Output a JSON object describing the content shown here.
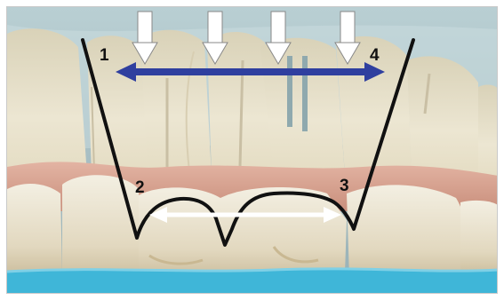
{
  "figure": {
    "labels": {
      "p1": "1",
      "p2": "2",
      "p3": "3",
      "p4": "4"
    },
    "colors": {
      "background": "#a9c3c9",
      "gingiva": "#d7a493",
      "tooth": "#ece6d2",
      "tooth_shadow": "#c9bfa4",
      "base": "#3fb6d8",
      "blue_arrow": "#2f3f9f",
      "white_arrow": "#ffffff",
      "outline": "#111111"
    }
  }
}
